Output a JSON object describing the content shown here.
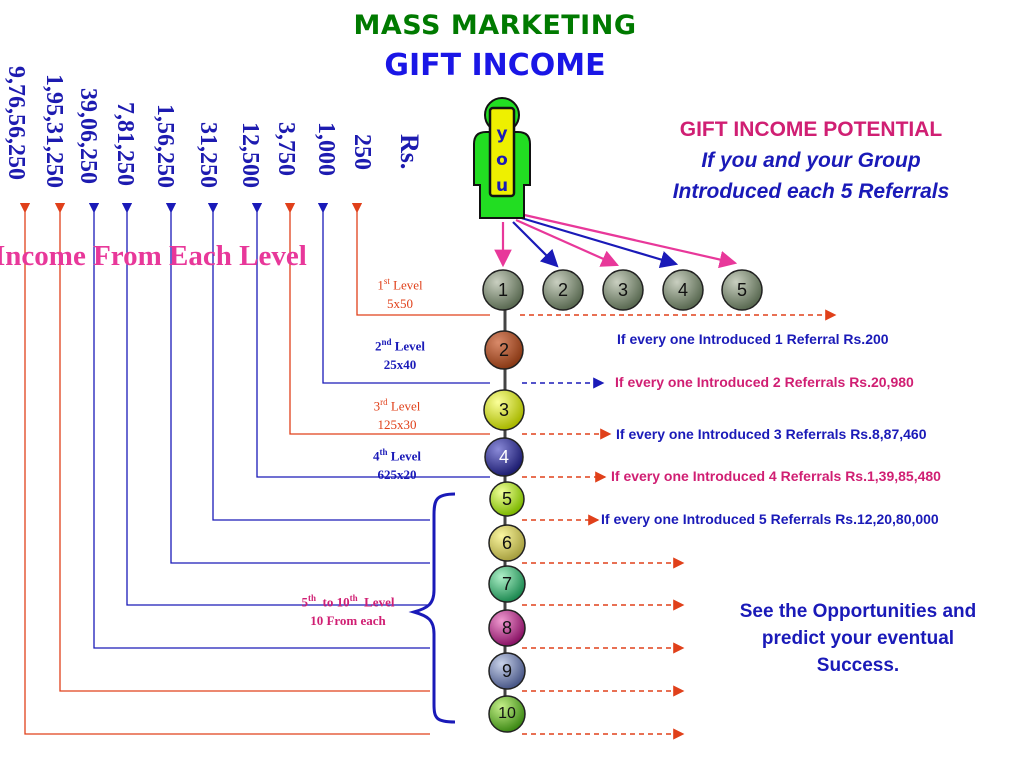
{
  "title": {
    "line1": "MASS MARKETING",
    "line2": "GIFT INCOME"
  },
  "income_header": "Income From Each Level",
  "currency_label": "Rs.",
  "level_incomes": [
    "250",
    "1,000",
    "3,750",
    "12,500",
    "31,250",
    "1,56,250",
    "7,81,250",
    "39,06,250",
    "1,95,31,250",
    "9,76,56,250"
  ],
  "levels": {
    "l1": {
      "ord": "1",
      "suf": "st",
      "word": "Level",
      "calc": "5x50"
    },
    "l2": {
      "ord": "2",
      "suf": "nd",
      "word": "Level",
      "calc": "25x40"
    },
    "l3": {
      "ord": "3",
      "suf": "rd",
      "word": "Level",
      "calc": "125x30"
    },
    "l4": {
      "ord": "4",
      "suf": "th",
      "word": "Level",
      "calc": "625x20"
    },
    "l5to10": {
      "from": "5",
      "from_suf": "th",
      "to_word": "to",
      "to": "10",
      "to_suf": "th",
      "word": "Level",
      "calc": "10 From each"
    }
  },
  "you_letters": [
    "y",
    "o",
    "u"
  ],
  "referral_balls": [
    "1",
    "2",
    "3",
    "4",
    "5"
  ],
  "level_balls": [
    "2",
    "3",
    "4",
    "5",
    "6",
    "7",
    "8",
    "9",
    "10"
  ],
  "potential": {
    "heading": "GIFT INCOME POTENTIAL",
    "line1": "If you and your Group",
    "line2": "Introduced  each 5 Referrals"
  },
  "notes": [
    "If every one Introduced 1 Referral Rs.200",
    "If every one Introduced 2 Referrals Rs.20,980",
    "If every one Introduced 3 Referrals Rs.8,87,460",
    "If every one Introduced 4 Referrals Rs.1,39,85,480",
    "If every one Introduced 5 Referrals Rs.12,20,80,000"
  ],
  "closing": {
    "line1": "See the Opportunities and",
    "line2": "predict your eventual",
    "line3": "Success."
  },
  "colors": {
    "title_green": "#007a00",
    "title_blue": "#1a16e6",
    "number_blue": "#1d1bb0",
    "pink": "#e8389a",
    "red": "#e0401a",
    "navy": "#1a1ab8",
    "person_green": "#22dd22"
  }
}
